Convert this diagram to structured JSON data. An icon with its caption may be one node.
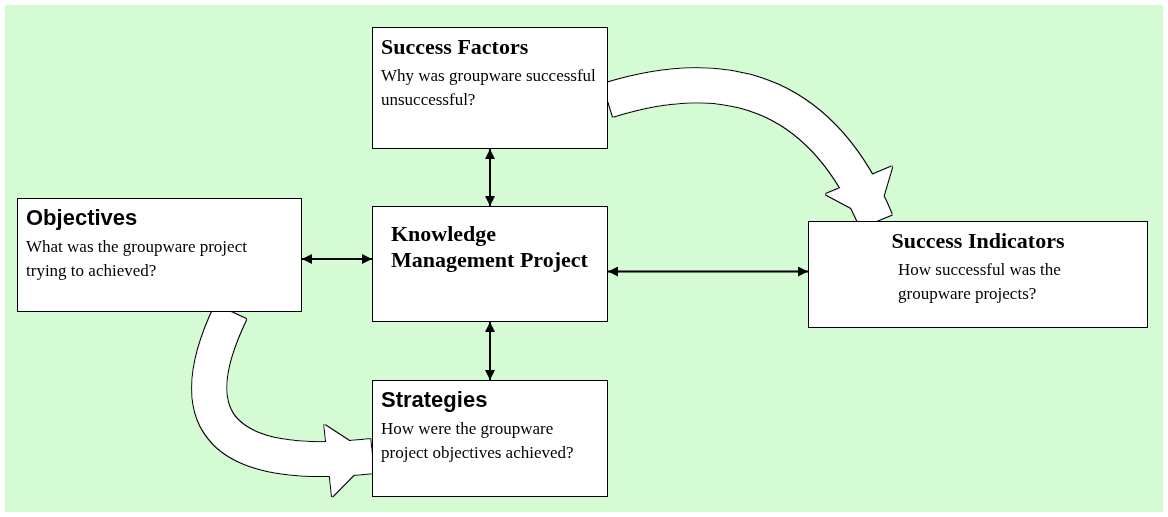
{
  "diagram": {
    "nodes": [
      {
        "text": [
          "Success Factors",
          "Why was groupware successful unsuccessful?"
        ]
      },
      {
        "text": [
          "Objectives",
          "What was the groupware project trying to achieved?"
        ]
      },
      {
        "text": [
          "Knowledge Management Project"
        ]
      },
      {
        "text": [
          "Success Indicators",
          "How successful was the groupware projects?"
        ]
      },
      {
        "text": [
          "Strategies",
          "How were the groupware project objectives achieved?"
        ]
      }
    ],
    "edges": [
      {
        "from": 0,
        "to": 2,
        "arrow": "both"
      },
      {
        "from": 1,
        "to": 2,
        "arrow": "both"
      },
      {
        "from": 2,
        "to": 3,
        "arrow": "both"
      },
      {
        "from": 2,
        "to": 4,
        "arrow": "both"
      },
      {
        "from": 0,
        "to": 3,
        "arrow": "to",
        "style": "thick",
        "color": "#ffffff"
      },
      {
        "from": 1,
        "to": 4,
        "arrow": "to",
        "style": "thick",
        "color": "#ffffff"
      }
    ]
  }
}
